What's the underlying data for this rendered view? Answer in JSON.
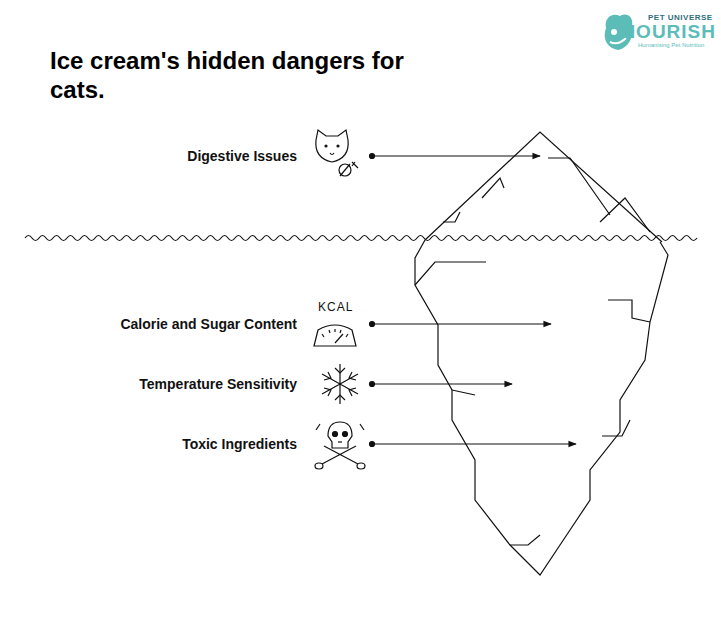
{
  "diagram": {
    "title": "Ice cream's hidden dangers for cats.",
    "labels": [
      "PET UNIVERSE",
      "NOURISH",
      "Humanising Pet Nutrition",
      "Digestive Issues",
      "KCAL",
      "Calorie and Sugar Content",
      "Temperature Sensitivity",
      "Toxic Ingredients"
    ]
  }
}
